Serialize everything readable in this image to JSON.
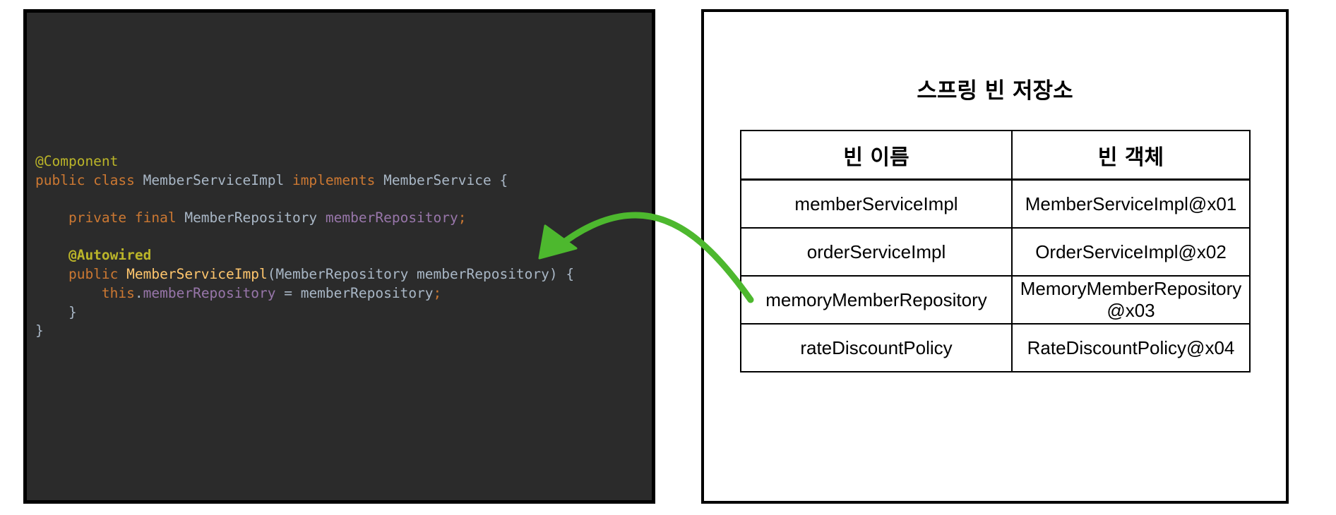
{
  "code": {
    "lines": [
      [
        {
          "t": "@Component",
          "c": "annotation"
        }
      ],
      [
        {
          "t": "public class ",
          "c": "keyword"
        },
        {
          "t": "MemberServiceImpl ",
          "c": "plain"
        },
        {
          "t": "implements ",
          "c": "keyword"
        },
        {
          "t": "MemberService {",
          "c": "plain"
        }
      ],
      [],
      [
        {
          "t": "    private final ",
          "c": "keyword"
        },
        {
          "t": "MemberRepository ",
          "c": "plain"
        },
        {
          "t": "memberRepository",
          "c": "field"
        },
        {
          "t": ";",
          "c": "semicolon"
        }
      ],
      [],
      [
        {
          "t": "    @Autowired",
          "c": "annotation-bold"
        }
      ],
      [
        {
          "t": "    public ",
          "c": "keyword"
        },
        {
          "t": "MemberServiceImpl",
          "c": "method"
        },
        {
          "t": "(MemberRepository memberRepository) {",
          "c": "plain"
        }
      ],
      [
        {
          "t": "        this",
          "c": "keyword"
        },
        {
          "t": ".",
          "c": "plain"
        },
        {
          "t": "memberRepository",
          "c": "field"
        },
        {
          "t": " = memberRepository",
          "c": "plain"
        },
        {
          "t": ";",
          "c": "semicolon"
        }
      ],
      [
        {
          "t": "    }",
          "c": "plain"
        }
      ],
      [
        {
          "t": "}",
          "c": "plain"
        }
      ]
    ]
  },
  "store": {
    "title": "스프링 빈 저장소",
    "header": {
      "name": "빈 이름",
      "object": "빈 객체"
    },
    "rows": [
      {
        "name": "memberServiceImpl",
        "object": "MemberServiceImpl@x01"
      },
      {
        "name": "orderServiceImpl",
        "object": "OrderServiceImpl@x02"
      },
      {
        "name": "memoryMemberRepository",
        "object": "MemoryMemberRepository\n@x03"
      },
      {
        "name": "rateDiscountPolicy",
        "object": "RateDiscountPolicy@x04"
      }
    ]
  },
  "colors": {
    "code_background": "#2b2b2b",
    "annotation": "#bbb529",
    "keyword": "#cc7832",
    "plain": "#a9b7c6",
    "field": "#9876aa",
    "method": "#ffc66d",
    "arrow": "#4db82e"
  }
}
